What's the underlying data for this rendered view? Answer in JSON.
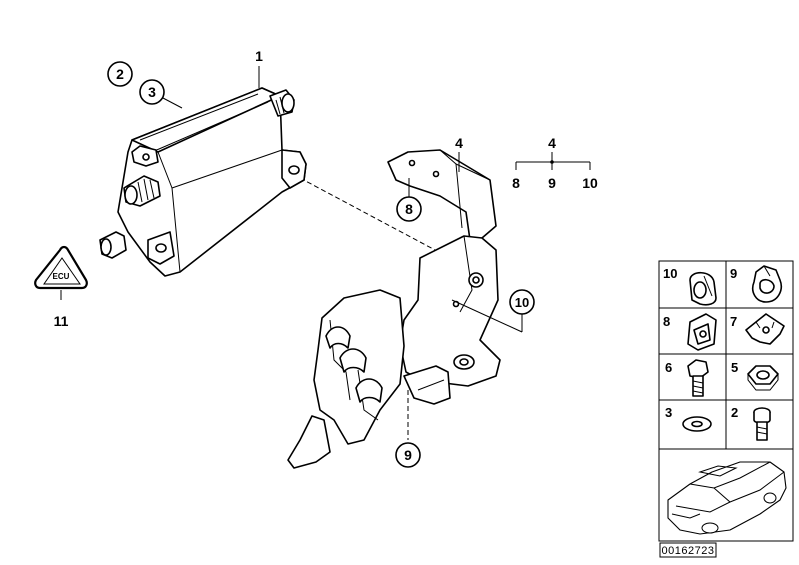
{
  "callouts": {
    "c1": "1",
    "c2": "2",
    "c3": "3",
    "c4": "4",
    "c8": "8",
    "c9": "9",
    "c10": "10",
    "c11": "11"
  },
  "group_key": {
    "parent": "4",
    "children": [
      "8",
      "9",
      "10"
    ]
  },
  "warning_badge": "ECU",
  "parts_grid": {
    "cells": [
      {
        "number": "10",
        "icon": "cable-clip-icon"
      },
      {
        "number": "9",
        "icon": "cable-holder-icon"
      },
      {
        "number": "8",
        "icon": "clip-nut-icon"
      },
      {
        "number": "7",
        "icon": "spring-clip-icon"
      },
      {
        "number": "6",
        "icon": "hex-bolt-icon"
      },
      {
        "number": "5",
        "icon": "hex-nut-icon"
      },
      {
        "number": "3",
        "icon": "washer-icon"
      },
      {
        "number": "2",
        "icon": "socket-screw-icon"
      }
    ],
    "vehicle_icon": "car-sedan-icon"
  },
  "reference_number": "00162723"
}
